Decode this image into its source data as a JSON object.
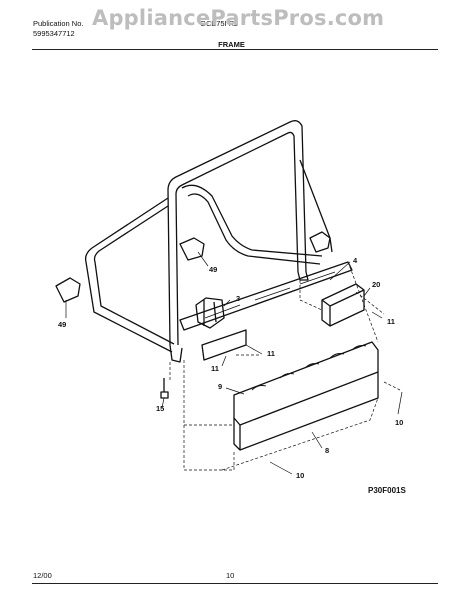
{
  "header": {
    "publication_label": "Publication No.",
    "publication_number": "5995347712",
    "model_code": "GCB75I Rz",
    "section_title": "FRAME",
    "watermark": "AppliancePartsPros.com"
  },
  "diagram": {
    "diagram_code": "P30F001S",
    "callouts": [
      "4",
      "20",
      "3",
      "49",
      "49",
      "11",
      "11",
      "11",
      "9",
      "15",
      "10",
      "8",
      "10"
    ]
  },
  "footer": {
    "date": "12/00",
    "page_number": "10"
  }
}
